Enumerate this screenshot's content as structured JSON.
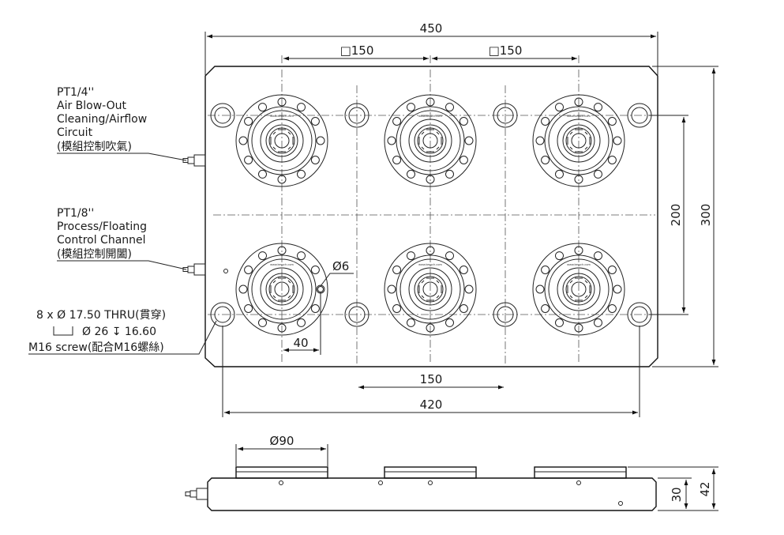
{
  "dimensions": {
    "overall_width": "450",
    "pitch_top_left": "□150",
    "pitch_top_right": "□150",
    "vertical_pitch": "200",
    "overall_height": "300",
    "pin_hole": "Ø6",
    "pin_offset": "40",
    "bottom_pitch": "150",
    "hole_spacing": "420",
    "module_diameter": "Ø90",
    "base_thickness": "30",
    "total_height": "42"
  },
  "notes": {
    "air_port": {
      "line1": "PT1/4''",
      "line2": "Air Blow-Out",
      "line3": "Cleaning/Airflow",
      "line4": "Circuit",
      "line5": "(模組控制吹氣)"
    },
    "control_port": {
      "line1": "PT1/8''",
      "line2": "Process/Floating",
      "line3": "Control Channel",
      "line4": "(模組控制開闔)"
    },
    "mount_holes": {
      "line1": "8 x Ø 17.50 THRU(貫穿)",
      "line2": "Ø 26 ↧ 16.60",
      "line3": "M16 screw(配合M16螺絲)"
    }
  },
  "module_marking": "www.kessch.com"
}
